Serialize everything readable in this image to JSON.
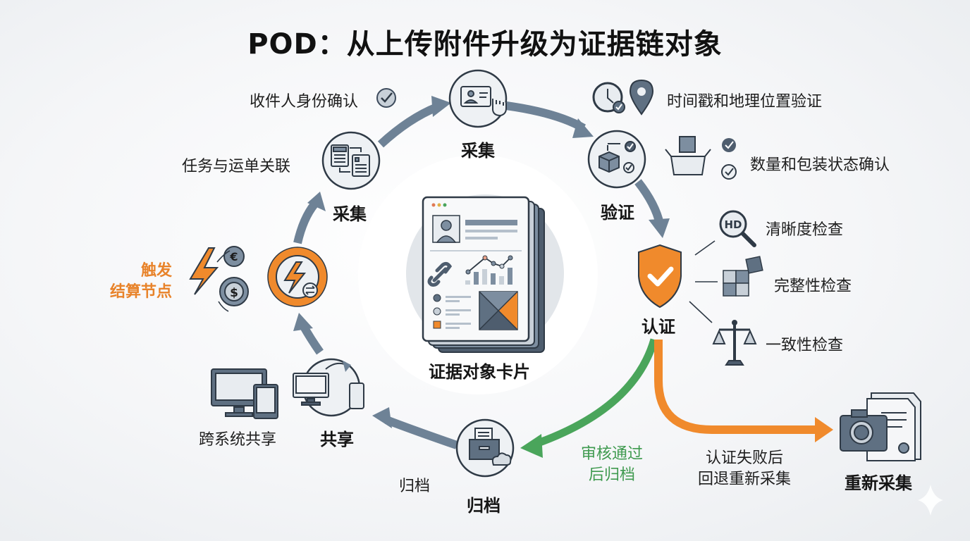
{
  "title": "POD：从上传附件升级为证据链对象",
  "center": {
    "label": "证据对象卡片"
  },
  "stages": {
    "collect_top": {
      "label": "采集",
      "icon": "id-card-touch-icon"
    },
    "collect_left": {
      "label": "采集",
      "icon": "document-link-icon"
    },
    "verify": {
      "label": "验证",
      "icon": "box-check-icon"
    },
    "certify": {
      "label": "认证",
      "icon": "shield-check-icon"
    },
    "archive": {
      "label": "归档",
      "icon": "archive-cabinet-icon"
    },
    "share": {
      "label": "共享",
      "icon": "devices-sync-icon"
    },
    "settle": {
      "icon": "lightning-exchange-icon"
    },
    "recollect": {
      "label": "重新采集",
      "icon": "camera-document-icon"
    }
  },
  "annotations": {
    "recipient_id": "收件人身份确认",
    "task_waybill": "任务与运单关联",
    "timestamp_geo": "时间戳和地理位置验证",
    "quantity_package": "数量和包装状态确认",
    "clarity_check": "清晰度检查",
    "completeness_check": "完整性检查",
    "consistency_check": "一致性检查",
    "settlement_line1": "触发",
    "settlement_line2": "结算节点",
    "cross_system": "跨系统共享",
    "archive_side": "归档",
    "approved_line1": "审核通过",
    "approved_line2": "后归档",
    "fail_line1": "认证失败后",
    "fail_line2": "回退重新采集"
  },
  "icons": {
    "hd": "HD",
    "euro": "€",
    "dollar": "$"
  },
  "colors": {
    "flow_arrow": "#6e8296",
    "accent_orange": "#f08a2c",
    "approve_green": "#4aa55b",
    "icon_dark": "#3d4b5c",
    "icon_fill": "#7d8ea0"
  }
}
